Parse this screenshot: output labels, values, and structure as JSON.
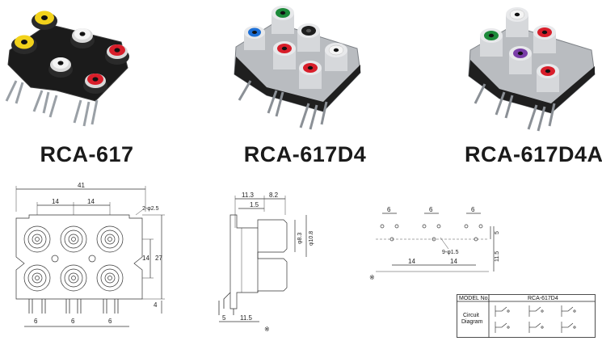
{
  "products": [
    {
      "model": "RCA-617"
    },
    {
      "model": "RCA-617D4"
    },
    {
      "model": "RCA-617D4A"
    }
  ],
  "jack_colors": {
    "yellow": "#f2d21b",
    "white": "#f4f4f4",
    "red": "#d81e2a",
    "blue": "#1d6fd6",
    "green": "#1d8a3a",
    "black": "#1e1e1e",
    "purple": "#7a3ea8"
  },
  "drawing_front": {
    "overall_width": "41",
    "pitch_left": "14",
    "pitch_right": "14",
    "hole_note": "2-φ2.5",
    "row_pitch": "14",
    "height": "27",
    "pin_length": "4",
    "pin_spacing_1": "6",
    "pin_spacing_2": "6",
    "pin_spacing_3": "6"
  },
  "drawing_side": {
    "depth_a": "11.3",
    "depth_b": "8.2",
    "step": "1.5",
    "dia_inner": "φ8.3",
    "dia_outer": "φ10.8",
    "pin_offset": "5",
    "base_length": "11.5",
    "mark": "※"
  },
  "drawing_pcb": {
    "spacing_1": "6",
    "spacing_2": "6",
    "spacing_3": "6",
    "vertical_5": "5",
    "vertical_11_5": "11.5",
    "hole_note": "9-φ1.5",
    "pitch_1": "14",
    "pitch_2": "14",
    "mark": "※"
  },
  "circuit_table": {
    "header_left": "MODEL No.",
    "header_right": "RCA-617D4",
    "row_label_line1": "Circuit",
    "row_label_line2": "Diagram"
  }
}
